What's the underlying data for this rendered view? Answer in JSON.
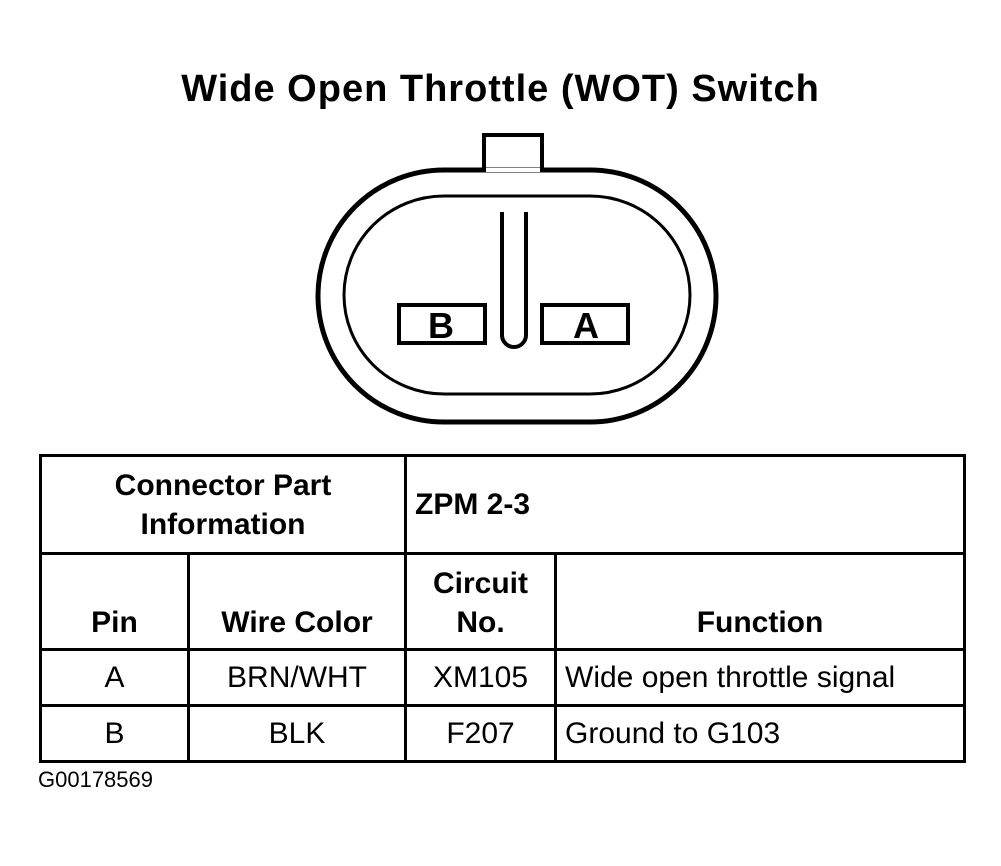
{
  "title": "Wide Open Throttle (WOT) Switch",
  "connector": {
    "pins": [
      "B",
      "A"
    ]
  },
  "table": {
    "info_label_line1": "Connector Part",
    "info_label_line2": "Information",
    "info_value": "ZPM 2-3",
    "headers": {
      "pin": "Pin",
      "wire_color": "Wire Color",
      "circuit_line1": "Circuit",
      "circuit_line2": "No.",
      "function": "Function"
    },
    "rows": [
      {
        "pin": "A",
        "wire_color": "BRN/WHT",
        "circuit": "XM105",
        "function": "Wide open throttle signal"
      },
      {
        "pin": "B",
        "wire_color": "BLK",
        "circuit": "F207",
        "function": "Ground to G103"
      }
    ]
  },
  "figure_id": "G00178569"
}
